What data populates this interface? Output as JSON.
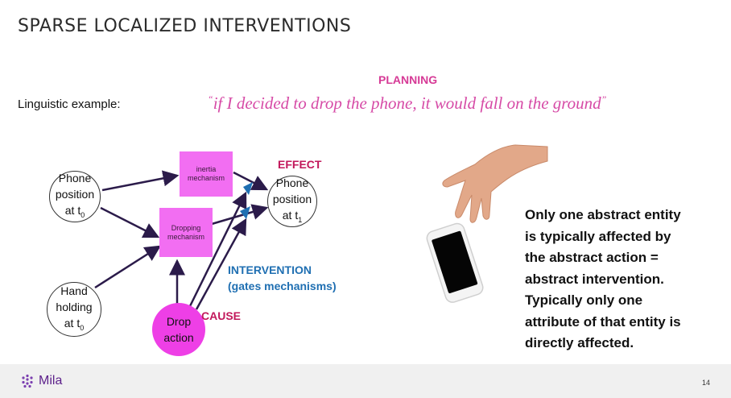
{
  "slide": {
    "title": "SPARSE LOCALIZED INTERVENTIONS",
    "planning": "PLANNING",
    "linguistic_label": "Linguistic example:",
    "quote_open": "“",
    "quote_text": "if I decided to drop the phone, it would fall on the ground",
    "quote_close": "”",
    "page_number": "14"
  },
  "diagram": {
    "phone_t0": [
      "Phone",
      "position",
      "at t",
      "0"
    ],
    "hand_t0": [
      "Hand",
      "holding",
      "at t",
      "0"
    ],
    "phone_t1": [
      "Phone",
      "position",
      "at t",
      "1"
    ],
    "inertia": [
      "inertia",
      "mechanism"
    ],
    "dropping": [
      "Dropping",
      "mechanism"
    ],
    "drop_action": [
      "Drop",
      "action"
    ],
    "effect": "EFFECT",
    "cause": "CAUSE",
    "intervention": "INTERVENTION",
    "intervention_sub": "(gates mechanisms)"
  },
  "body_text": [
    "Only one abstract entity",
    "is typically affected by",
    "the abstract action =",
    "abstract intervention.",
    "Typically only one",
    "attribute of that entity is",
    "directly affected."
  ],
  "footer": {
    "logo_text": "Mila"
  },
  "colors": {
    "magenta_box": "#f26ef2",
    "drop_circle": "#ee3fe6",
    "cause_effect": "#c2185b",
    "intervention": "#1f6fb2",
    "quote": "#d64aa6"
  }
}
